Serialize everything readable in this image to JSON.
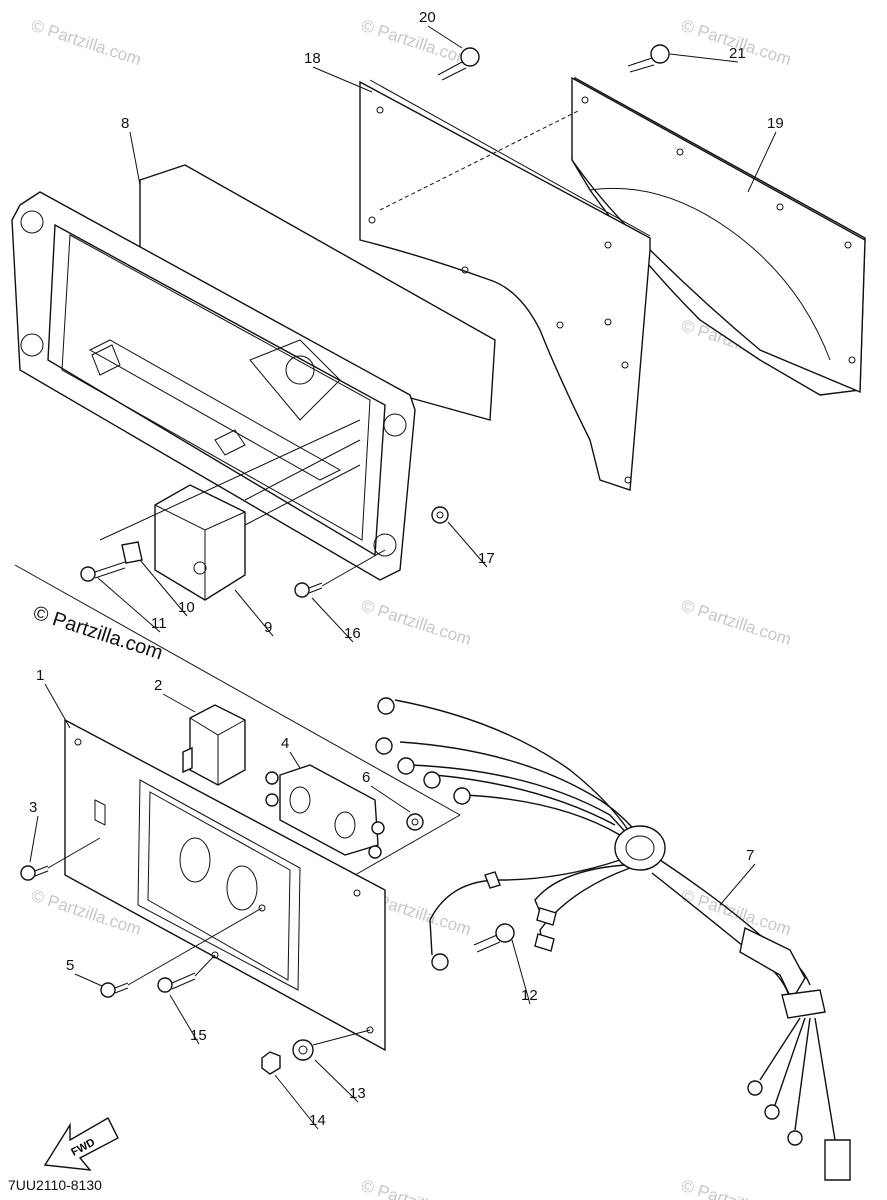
{
  "diagram": {
    "part_code": "7UU2110-8130",
    "direction_label": "FWD",
    "main_watermark": "© Partzilla.com",
    "tile_watermark": "© Partzilla.com",
    "callouts": [
      "1",
      "2",
      "3",
      "4",
      "5",
      "6",
      "7",
      "8",
      "9",
      "10",
      "11",
      "12",
      "13",
      "14",
      "15",
      "16",
      "17",
      "18",
      "19",
      "20",
      "21"
    ]
  }
}
